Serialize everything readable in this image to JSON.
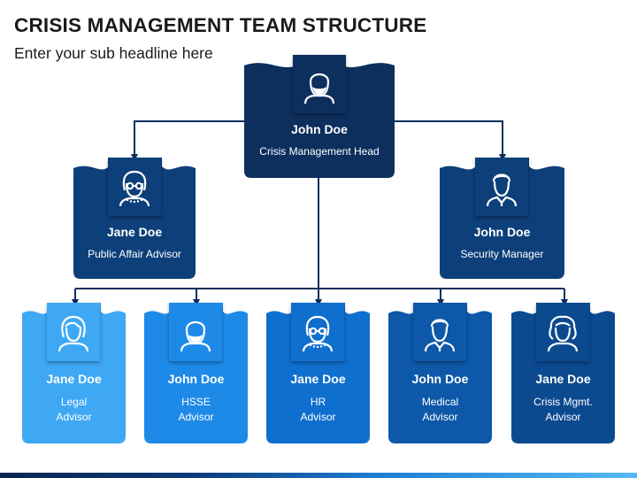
{
  "title": "CRISIS MANAGEMENT TEAM STRUCTURE",
  "subtitle": "Enter your sub headline here",
  "colors": {
    "level1": "#0d2f5e",
    "level2": "#0d3f7a",
    "level3": [
      "#3ea8f5",
      "#1e8ae8",
      "#0f6fcf",
      "#0d58a8",
      "#0c4a90"
    ],
    "connector": "#0d2f5e"
  },
  "head": {
    "name": "John Doe",
    "role": "Crisis Management Head",
    "icon": "man-beard-icon"
  },
  "level2": [
    {
      "name": "Jane Doe",
      "role": "Public Affair Advisor",
      "icon": "woman-glasses-icon"
    },
    {
      "name": "John Doe",
      "role": "Security Manager",
      "icon": "man-suit-icon"
    }
  ],
  "level3": [
    {
      "name": "Jane Doe",
      "role_lines": [
        "Legal",
        "Advisor"
      ],
      "icon": "woman-icon"
    },
    {
      "name": "John Doe",
      "role_lines": [
        "HSSE",
        "Advisor"
      ],
      "icon": "man-beard-icon"
    },
    {
      "name": "Jane Doe",
      "role_lines": [
        "HR",
        "Advisor"
      ],
      "icon": "woman-glasses-icon"
    },
    {
      "name": "John Doe",
      "role_lines": [
        "Medical",
        "Advisor"
      ],
      "icon": "man-suit-icon"
    },
    {
      "name": "Jane Doe",
      "role_lines": [
        "Crisis Mgmt.",
        "Advisor"
      ],
      "icon": "woman-curly-icon"
    }
  ]
}
